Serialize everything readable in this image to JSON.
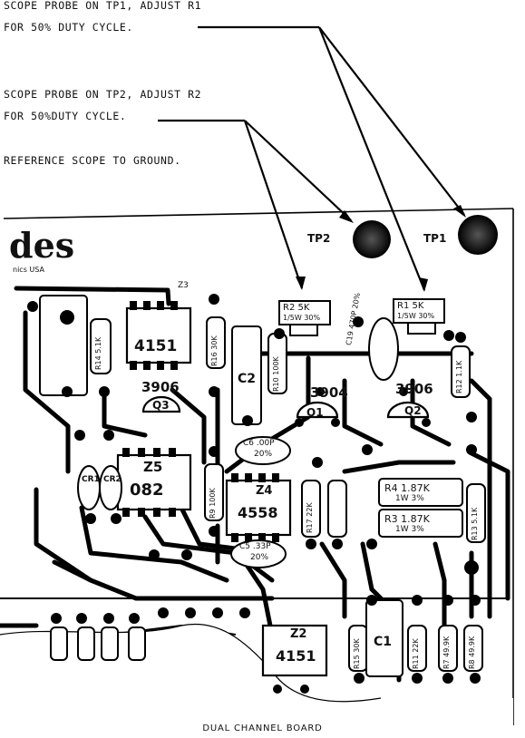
{
  "notes": {
    "tp1_line1": "SCOPE  PROBE ON TP1, ADJUST R1",
    "tp1_line2": "FOR 50% DUTY CYCLE.",
    "tp2_line1": "SCOPE  PROBE ON TP2, ADJUST R2",
    "tp2_line2": "FOR 50%DUTY CYCLE.",
    "ground": "REFERENCE SCOPE TO GROUND."
  },
  "board": {
    "logo": "des",
    "logo_sub": "nics USA",
    "tp1": "TP1",
    "tp2": "TP2",
    "r1": "R1 5K",
    "r1_spec": "1/5W 30%",
    "r2": "R2 5K",
    "r2_spec": "1/5W 30%",
    "z3": "Z3",
    "z3_part": "4151",
    "z5": "Z5",
    "z5_part": "082",
    "z4": "Z4",
    "z4_part": "4558",
    "z2": "Z2",
    "z2_part": "4151",
    "q1": "Q1",
    "q2": "Q2",
    "q3": "Q3",
    "q_part_a": "3904",
    "q_part_b": "3906",
    "q_part_c": "3906",
    "r4": "R4 1.87K",
    "r4_spec": "1W 3%",
    "r3": "R3 1.87K",
    "r3_spec": "1W 3%",
    "c6": "C6 .00P",
    "c6_tol": "20%",
    "c5": "C5 .33P",
    "c5_tol": "20%",
    "c19": "C19 470P 20%",
    "r16": "R16 30K",
    "r10": "R10 100K",
    "r17": "R17 22K",
    "r11": "R11 22K",
    "r15": "R15 30K",
    "r9": "R9 100K",
    "r14": "R14 5.1K",
    "r13": "R13 5.1K",
    "r12": "R12 1.1K",
    "r7": "R7 49.9K",
    "r8": "R8 49.9K",
    "c1": "C1",
    "c2": "C2",
    "cr1": "CR1",
    "cr2": "CR2"
  },
  "caption": "DUAL CHANNEL BOARD"
}
